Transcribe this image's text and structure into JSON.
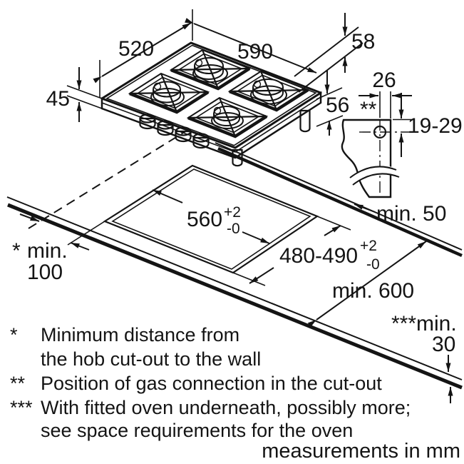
{
  "labels": {
    "hob_depth": "520",
    "hob_width": "590",
    "hob_height_top": "58",
    "hob_height_bottom": "56",
    "hob_body_height": "45",
    "gas_offset": "26",
    "gas_marker": "**",
    "gas_vertical_range": "19-29",
    "cutout_width": "560",
    "cutout_width_tol_plus": "+2",
    "cutout_width_tol_minus": "-0",
    "cutout_depth": "480-490",
    "cutout_depth_tol_plus": "+2",
    "cutout_depth_tol_minus": "-0",
    "rear_clearance": "min. 50",
    "side_marker": "*",
    "side_min": "min.",
    "side_value": "100",
    "worktop_depth": "min. 600",
    "thickness_marker": "***",
    "thickness_min": "min.",
    "thickness_value": "30"
  },
  "footnotes": [
    {
      "marker": "*",
      "line1": "Minimum distance from",
      "line2": "the hob cut-out to the wall"
    },
    {
      "marker": "**",
      "line1": "Position of gas connection in the cut-out",
      "line2": ""
    },
    {
      "marker": "***",
      "line1": "With fitted oven underneath, possibly more;",
      "line2": "see space requirements for the oven"
    }
  ],
  "units_note": "measurements in mm",
  "colors": {
    "line": "#141414",
    "burner_cap": "#c8c8c8",
    "background": "#ffffff"
  }
}
